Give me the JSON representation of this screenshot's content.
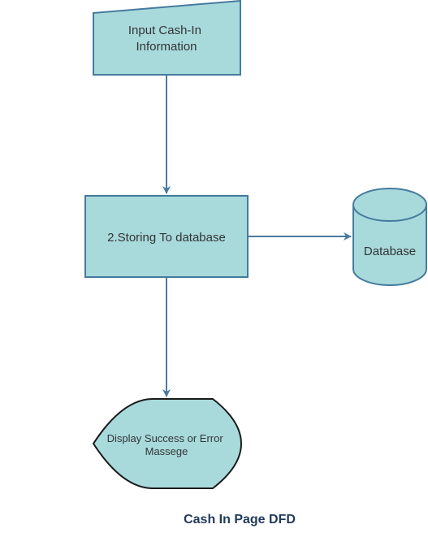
{
  "diagram": {
    "nodes": {
      "input": {
        "line1": "Input Cash-In",
        "line2": "Information"
      },
      "process": {
        "label": "2.Storing To database"
      },
      "store": {
        "label": "Database"
      },
      "display": {
        "line1": "Display Success or Error",
        "line2": "Massege"
      }
    },
    "edges": [
      {
        "from": "input",
        "to": "process"
      },
      {
        "from": "process",
        "to": "store"
      },
      {
        "from": "process",
        "to": "display"
      }
    ],
    "caption": "Cash In Page DFD"
  },
  "colors": {
    "fill": "#a8dadc",
    "stroke": "#457b9d",
    "edge": "#4a7aa0",
    "text": "#333333",
    "caption": "#1f3a5a"
  }
}
